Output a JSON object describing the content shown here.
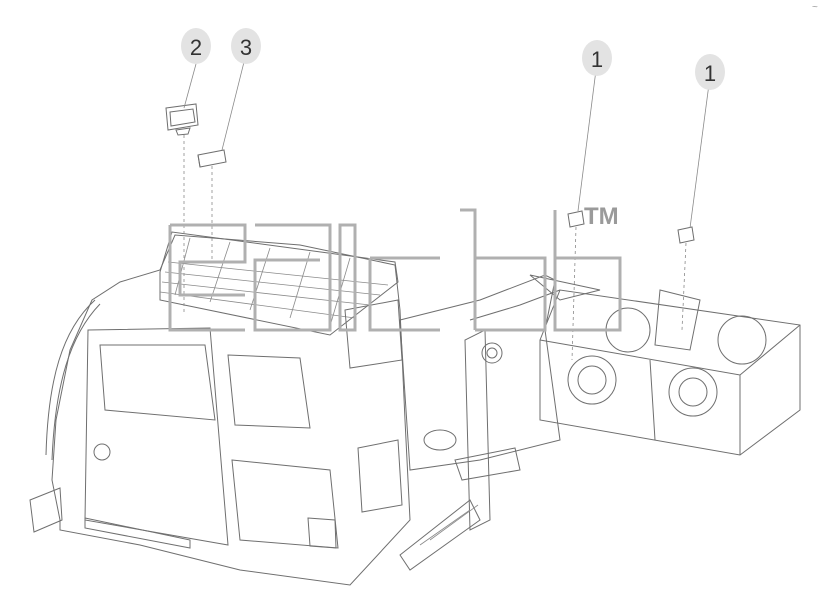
{
  "callouts": [
    {
      "label": "2"
    },
    {
      "label": "3"
    },
    {
      "label": "1"
    },
    {
      "label": "1"
    }
  ],
  "watermark": {
    "trademark": "TM"
  },
  "corner_mark": {
    "text": "~"
  },
  "colors": {
    "line": "#6f6f6f",
    "bubble": "#e3e3e3",
    "watermark": "#b0b0b0"
  }
}
